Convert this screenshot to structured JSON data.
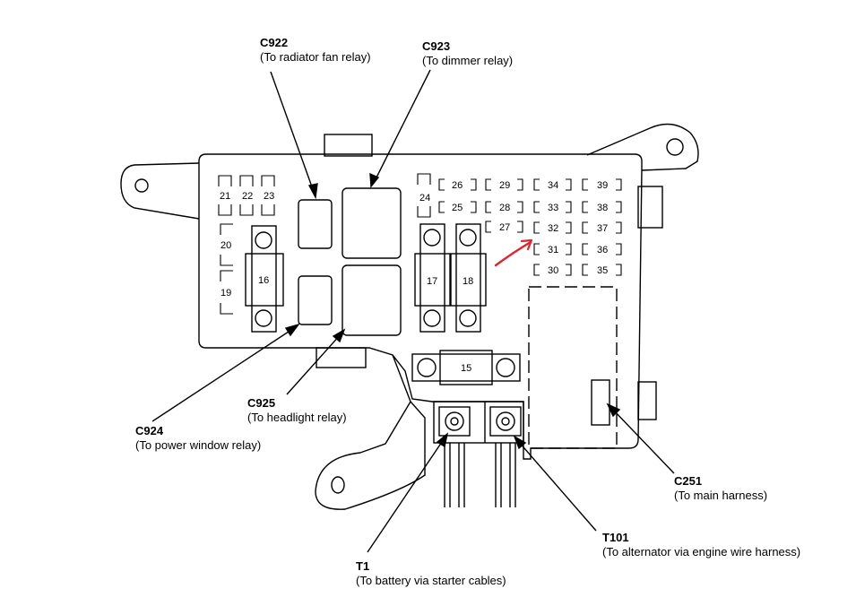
{
  "connectors": {
    "c922": {
      "id": "C922",
      "desc": "(To radiator fan relay)"
    },
    "c923": {
      "id": "C923",
      "desc": "(To dimmer relay)"
    },
    "c924": {
      "id": "C924",
      "desc": "(To power window relay)"
    },
    "c925": {
      "id": "C925",
      "desc": "(To headlight relay)"
    },
    "c251": {
      "id": "C251",
      "desc": "(To main harness)"
    },
    "t101": {
      "id": "T101",
      "desc": "(To alternator via engine wire harness)"
    },
    "t1": {
      "id": "T1",
      "desc": "(To battery via starter cables)"
    }
  },
  "fuses": {
    "f15": "15",
    "f16": "16",
    "f17": "17",
    "f18": "18",
    "f19": "19",
    "f20": "20",
    "f21": "21",
    "f22": "22",
    "f23": "23",
    "f24": "24",
    "f25": "25",
    "f26": "26",
    "f27": "27",
    "f28": "28",
    "f29": "29",
    "f30": "30",
    "f31": "31",
    "f32": "32",
    "f33": "33",
    "f34": "34",
    "f35": "35",
    "f36": "36",
    "f37": "37",
    "f38": "38",
    "f39": "39"
  },
  "colors": {
    "annotation_arrow": "#e0242b",
    "line": "#000000"
  }
}
